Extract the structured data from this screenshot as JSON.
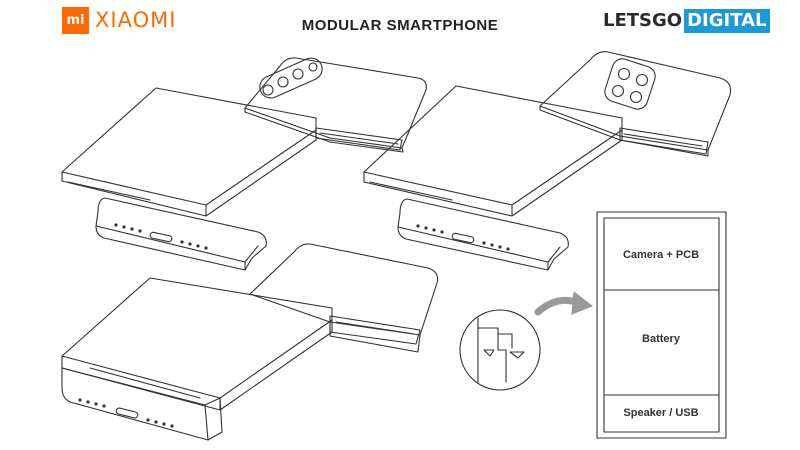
{
  "header": {
    "logo_mark": "mi",
    "brand": "XIAOMI",
    "title": "MODULAR SMARTPHONE",
    "source_part1": "LETSGO",
    "source_part2": "DIGITAL"
  },
  "module_diagram": {
    "sections": [
      "Camera + PCB",
      "Battery",
      "Speaker / USB"
    ]
  },
  "colors": {
    "brand_orange": "#ff6900",
    "source_blue": "#1a9ad6",
    "line": "#333333"
  }
}
